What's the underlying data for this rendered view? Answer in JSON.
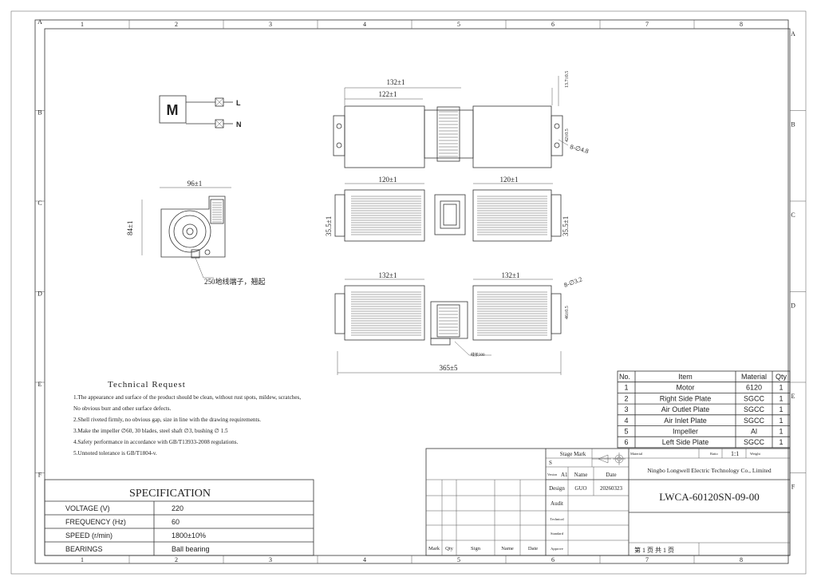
{
  "zone_columns": [
    "1",
    "2",
    "3",
    "4",
    "5",
    "6",
    "7",
    "8"
  ],
  "zone_rows": [
    "A",
    "B",
    "C",
    "D",
    "E",
    "F"
  ],
  "wiring": {
    "motor": "M",
    "line": "L",
    "neutral": "N"
  },
  "dims": {
    "top_total": "132±1",
    "top_inner": "122±1",
    "top_right_h": "13.7±0.5",
    "top_right_w": "42±0.5",
    "hole_top": "8-∅4.8",
    "mid_left": "120±1",
    "mid_right": "120±1",
    "mid_h_left": "35.5±1",
    "mid_h_right": "35.5±1",
    "side_w": "96±1",
    "side_h": "84±1",
    "terminal_note": "250地线端子，翘起",
    "bot_left": "132±1",
    "bot_right": "132±1",
    "hole_bot": "8-∅3.2",
    "bot_side": "46±0.5",
    "cable_note": "线长300",
    "overall": "365±5"
  },
  "tech": {
    "title": "Technical Request",
    "lines": [
      "1.The appearance and surface of the product should be clean, without rust spots, mildew, scratches,",
      "  No obvious burr and other surface defects.",
      "2.Shell riveted firmly, no obvious gap, size in line with the drawing requirements.",
      "3.Make the impeller ∅60, 30 blades, steel shaft ∅3, bushing ∅ 1.5",
      "4.Safety performance in accordance with GB/T13933-2008 regulations.",
      "5.Unnoted tolerance is GB/T1804-v."
    ]
  },
  "bom": {
    "headers": [
      "No.",
      "Item",
      "Material",
      "Qty"
    ],
    "rows": [
      [
        "1",
        "Motor",
        "6120",
        "1"
      ],
      [
        "2",
        "Right Side Plate",
        "SGCC",
        "1"
      ],
      [
        "3",
        "Air Outlet Plate",
        "SGCC",
        "1"
      ],
      [
        "4",
        "Air Inlet Plate",
        "SGCC",
        "1"
      ],
      [
        "5",
        "Impeller",
        "Al",
        "1"
      ],
      [
        "6",
        "Left Side Plate",
        "SGCC",
        "1"
      ]
    ]
  },
  "spec": {
    "title": "SPECIFICATION",
    "rows": [
      [
        "VOLTAGE  (V)",
        "220"
      ],
      [
        "FREQUENCY   (Hz)",
        "60"
      ],
      [
        "SPEED   (r/min)",
        "1800±10%"
      ],
      [
        "BEARINGS",
        "Ball bearing"
      ]
    ]
  },
  "titleblock": {
    "stage_mark": "Stage Mark",
    "s": "S",
    "version_label": "Version",
    "version": "A1",
    "name_h": "Name",
    "date_h": "Date",
    "design_label": "Design",
    "designer": "GUO",
    "design_date": "20260323",
    "audit": "Audit",
    "technical": "Technical",
    "standard": "Standard",
    "approve": "Approve",
    "material_label": "Material",
    "ratio_label": "Ratio",
    "ratio": "1:1",
    "weight_label": "Weight",
    "company": "Ningbo Longwell Electric Technology  Co., Limited",
    "drawing_no": "LWCA-60120SN-09-00",
    "sheet": "第 1 页   共 1 页",
    "rev_headers": [
      "Mark",
      "Qty",
      "Sign",
      "Name",
      "Date"
    ]
  }
}
